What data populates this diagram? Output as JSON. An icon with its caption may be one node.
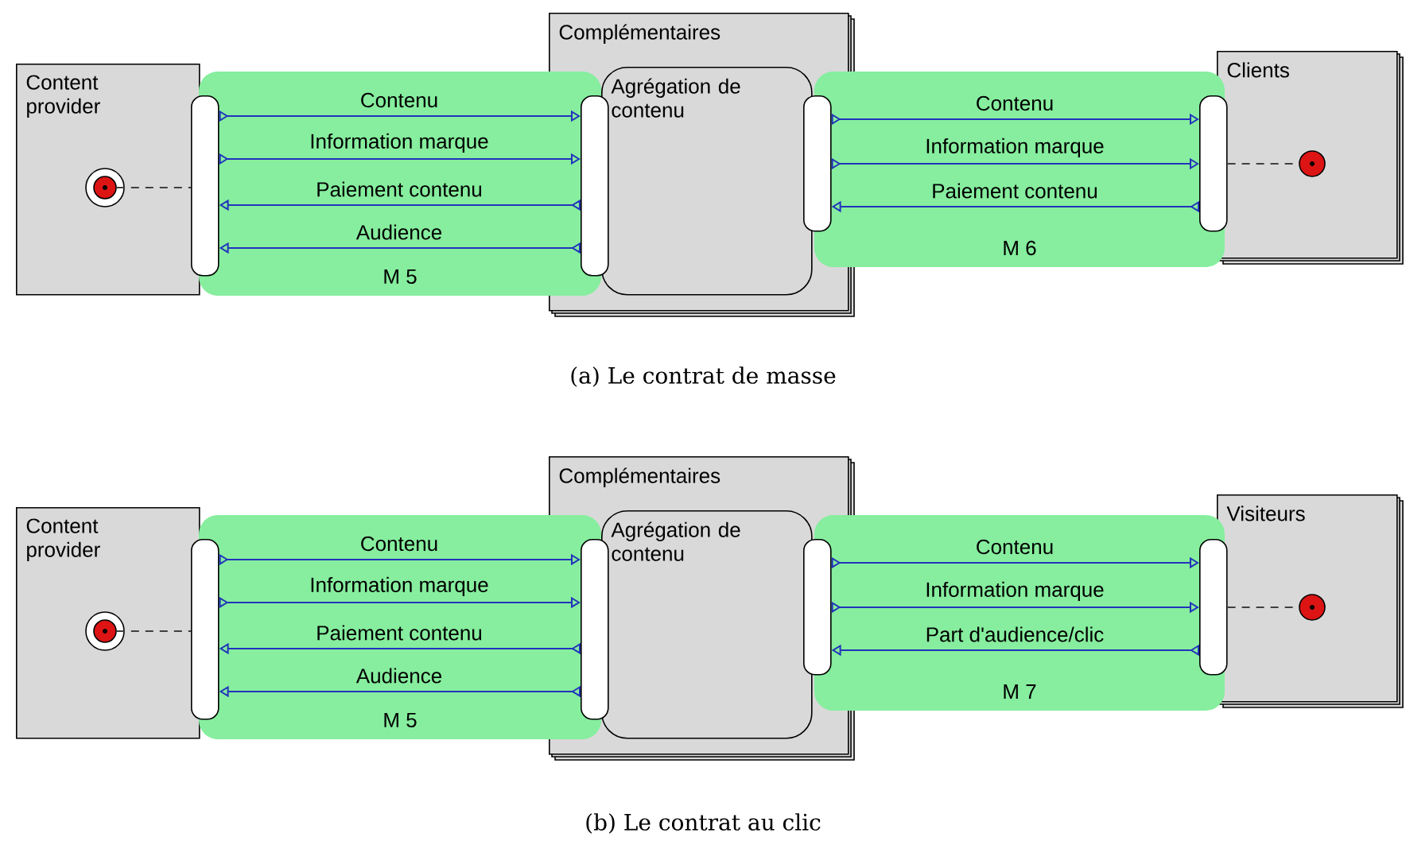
{
  "diagram": {
    "nodes": [
      {
        "text": [
          "Content provider"
        ]
      },
      {
        "text": [],
        "shape": "circle",
        "in": 0
      },
      {
        "text": [],
        "shape": "bar"
      },
      {
        "text": [
          "Complémentaires"
        ]
      },
      {
        "text": [
          "Agrégation de contenu"
        ],
        "in": 3
      },
      {
        "text": [],
        "shape": "bar",
        "in": 3
      },
      {
        "text": [],
        "shape": "bar",
        "in": 3
      },
      {
        "text": [
          "Clients"
        ]
      },
      {
        "text": [],
        "shape": "bar"
      },
      {
        "text": [],
        "shape": "circle",
        "in": 7
      },
      {
        "text": [
          "Content provider"
        ]
      },
      {
        "text": [],
        "shape": "circle",
        "in": 10
      },
      {
        "text": [],
        "shape": "bar"
      },
      {
        "text": [
          "Complémentaires"
        ]
      },
      {
        "text": [
          "Agrégation de contenu"
        ],
        "in": 13
      },
      {
        "text": [],
        "shape": "bar",
        "in": 13
      },
      {
        "text": [],
        "shape": "bar",
        "in": 13
      },
      {
        "text": [
          "Visiteurs"
        ]
      },
      {
        "text": [],
        "shape": "bar"
      },
      {
        "text": [],
        "shape": "circle",
        "in": 17
      }
    ],
    "edges": [
      {
        "from": 2,
        "to": 5,
        "arrow": "to",
        "label": "Contenu"
      },
      {
        "from": 2,
        "to": 5,
        "arrow": "to",
        "label": "Information marque"
      },
      {
        "from": 5,
        "to": 2,
        "arrow": "to",
        "label": "Paiement contenu"
      },
      {
        "from": 5,
        "to": 2,
        "arrow": "to",
        "label": "Audience"
      },
      {
        "from": 1,
        "to": 2,
        "arrow": "none",
        "style": "dashed",
        "color": "#404040"
      },
      {
        "from": 6,
        "to": 8,
        "arrow": "to",
        "label": "Contenu"
      },
      {
        "from": 6,
        "to": 8,
        "arrow": "to",
        "label": "Information marque"
      },
      {
        "from": 8,
        "to": 6,
        "arrow": "to",
        "label": "Paiement contenu"
      },
      {
        "from": 8,
        "to": 9,
        "arrow": "none",
        "style": "dashed",
        "color": "#404040"
      },
      {
        "from": 12,
        "to": 15,
        "arrow": "to",
        "label": "Contenu"
      },
      {
        "from": 12,
        "to": 15,
        "arrow": "to",
        "label": "Information marque"
      },
      {
        "from": 15,
        "to": 12,
        "arrow": "to",
        "label": "Paiement contenu"
      },
      {
        "from": 15,
        "to": 12,
        "arrow": "to",
        "label": "Audience"
      },
      {
        "from": 11,
        "to": 12,
        "arrow": "none",
        "style": "dashed",
        "color": "#404040"
      },
      {
        "from": 16,
        "to": 18,
        "arrow": "to",
        "label": "Contenu"
      },
      {
        "from": 16,
        "to": 18,
        "arrow": "to",
        "label": "Information marque"
      },
      {
        "from": 18,
        "to": 16,
        "arrow": "to",
        "label": "Part d'audience/clic"
      },
      {
        "from": 18,
        "to": 19,
        "arrow": "none",
        "style": "dashed",
        "color": "#404040"
      }
    ],
    "labels": [
      "M 5",
      "M 6",
      "(a) Le contrat de masse",
      "M 5",
      "M 7",
      "(b) Le contrat au clic"
    ]
  }
}
